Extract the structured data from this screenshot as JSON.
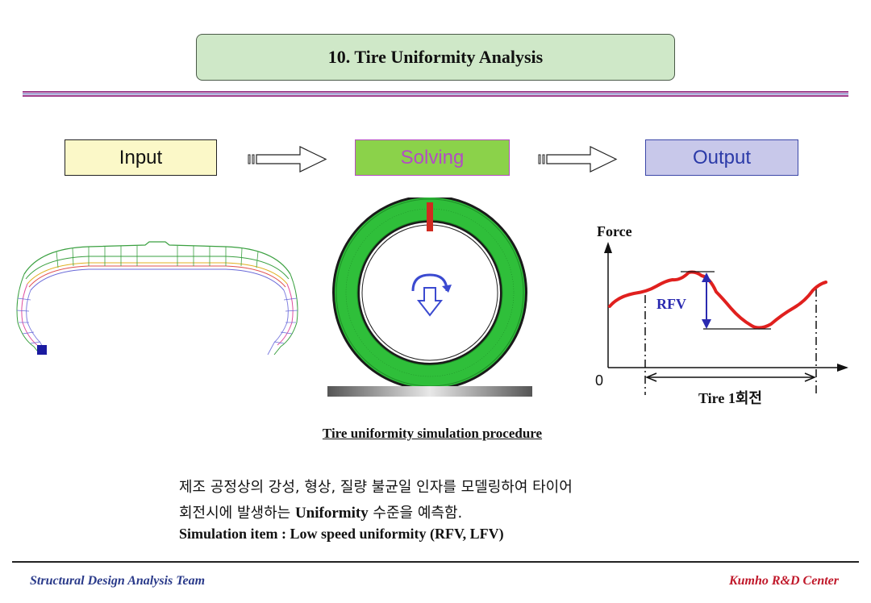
{
  "header": {
    "title": "10. Tire Uniformity Analysis"
  },
  "flow": {
    "stages": [
      {
        "label": "Input"
      },
      {
        "label": "Solving"
      },
      {
        "label": "Output"
      }
    ]
  },
  "graph": {
    "y_label": "Force",
    "origin_label": "0",
    "rfv_label": "RFV",
    "x_span_label": "Tire 1회전"
  },
  "caption": "Tire uniformity simulation procedure",
  "description": {
    "line1": "제조 공정상의 강성, 형상, 질량 불균일 인자를 모델링하여 타이어",
    "line2_ko_a": "회전시에 발생하는 ",
    "line2_en": "Uniformity",
    "line2_ko_b": " 수준을 예측함.",
    "line3": "Simulation item : Low speed uniformity (RFV, LFV)"
  },
  "footer": {
    "left": "Structural Design Analysis Team",
    "right": "Kumho R&D Center"
  },
  "colors": {
    "title_bg": "#cfe8c8",
    "input_bg": "#fbf8c8",
    "solving_bg": "#8bd24a",
    "output_bg": "#c8c8ea",
    "curve": "#e0201e",
    "rule_purple": "#9a3a8a",
    "footer_left": "#2a3a8a",
    "footer_right": "#c0182a"
  }
}
